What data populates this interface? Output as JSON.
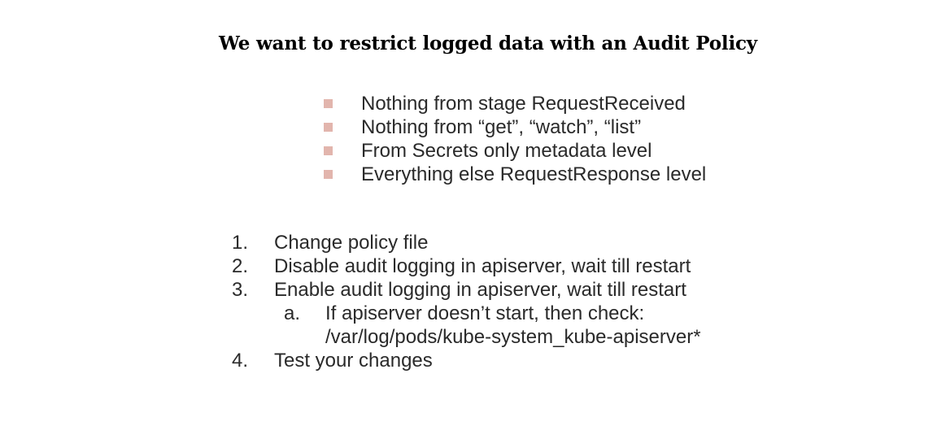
{
  "slide": {
    "title": "We want to restrict logged data with an Audit Policy",
    "bullet_color": "#e2b5ad",
    "bullets": [
      "Nothing from stage RequestReceived",
      "Nothing from “get”, “watch”, “list”",
      "From Secrets only metadata level",
      "Everything else RequestResponse level"
    ],
    "steps": [
      {
        "number": "1.",
        "text": "Change policy file"
      },
      {
        "number": "2.",
        "text": "Disable audit logging in apiserver, wait till restart"
      },
      {
        "number": "3.",
        "text": "Enable audit logging in apiserver, wait till restart"
      },
      {
        "number": "4.",
        "text": "Test your changes"
      }
    ],
    "substep": {
      "letter": "a.",
      "line1": "If apiserver doesn’t start, then check:",
      "line2": "/var/log/pods/kube-system_kube-apiserver*"
    }
  }
}
